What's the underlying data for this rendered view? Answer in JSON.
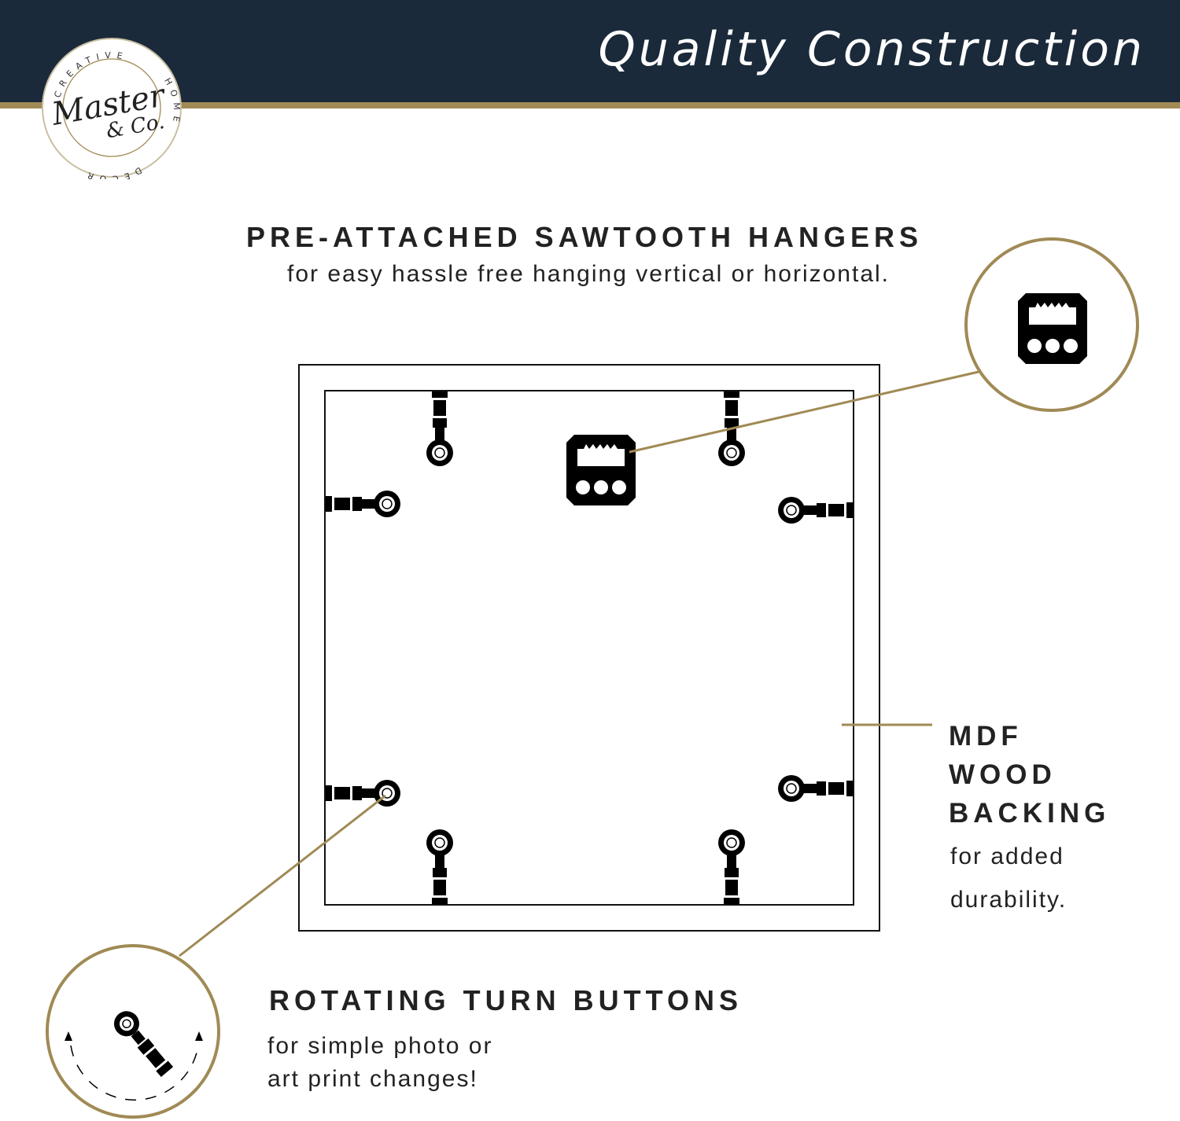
{
  "banner": {
    "title": "Quality Construction",
    "background_color": "#1b2a3a",
    "accent_color": "#a08a55"
  },
  "logo": {
    "ring_text_top": "CREATIVE",
    "ring_text_right": "HOME",
    "ring_text_bottom": "DECOR",
    "script_main": "Master",
    "script_sub": "& Co."
  },
  "hangers": {
    "title": "PRE-ATTACHED SAWTOOTH HANGERS",
    "subtitle": "for easy hassle free hanging vertical or horizontal."
  },
  "backing": {
    "title_lines": [
      "MDF",
      "WOOD",
      "BACKING"
    ],
    "subtitle_lines": [
      "for added",
      "durability."
    ]
  },
  "turn_buttons": {
    "title": "ROTATING TURN BUTTONS",
    "subtitle_lines": [
      "for simple photo or",
      "art print changes!"
    ]
  },
  "icons": {
    "hanger": "sawtooth-hanger-icon",
    "turn_button": "turn-button-icon",
    "rotate_arrows": "rotate-arrows-icon"
  }
}
